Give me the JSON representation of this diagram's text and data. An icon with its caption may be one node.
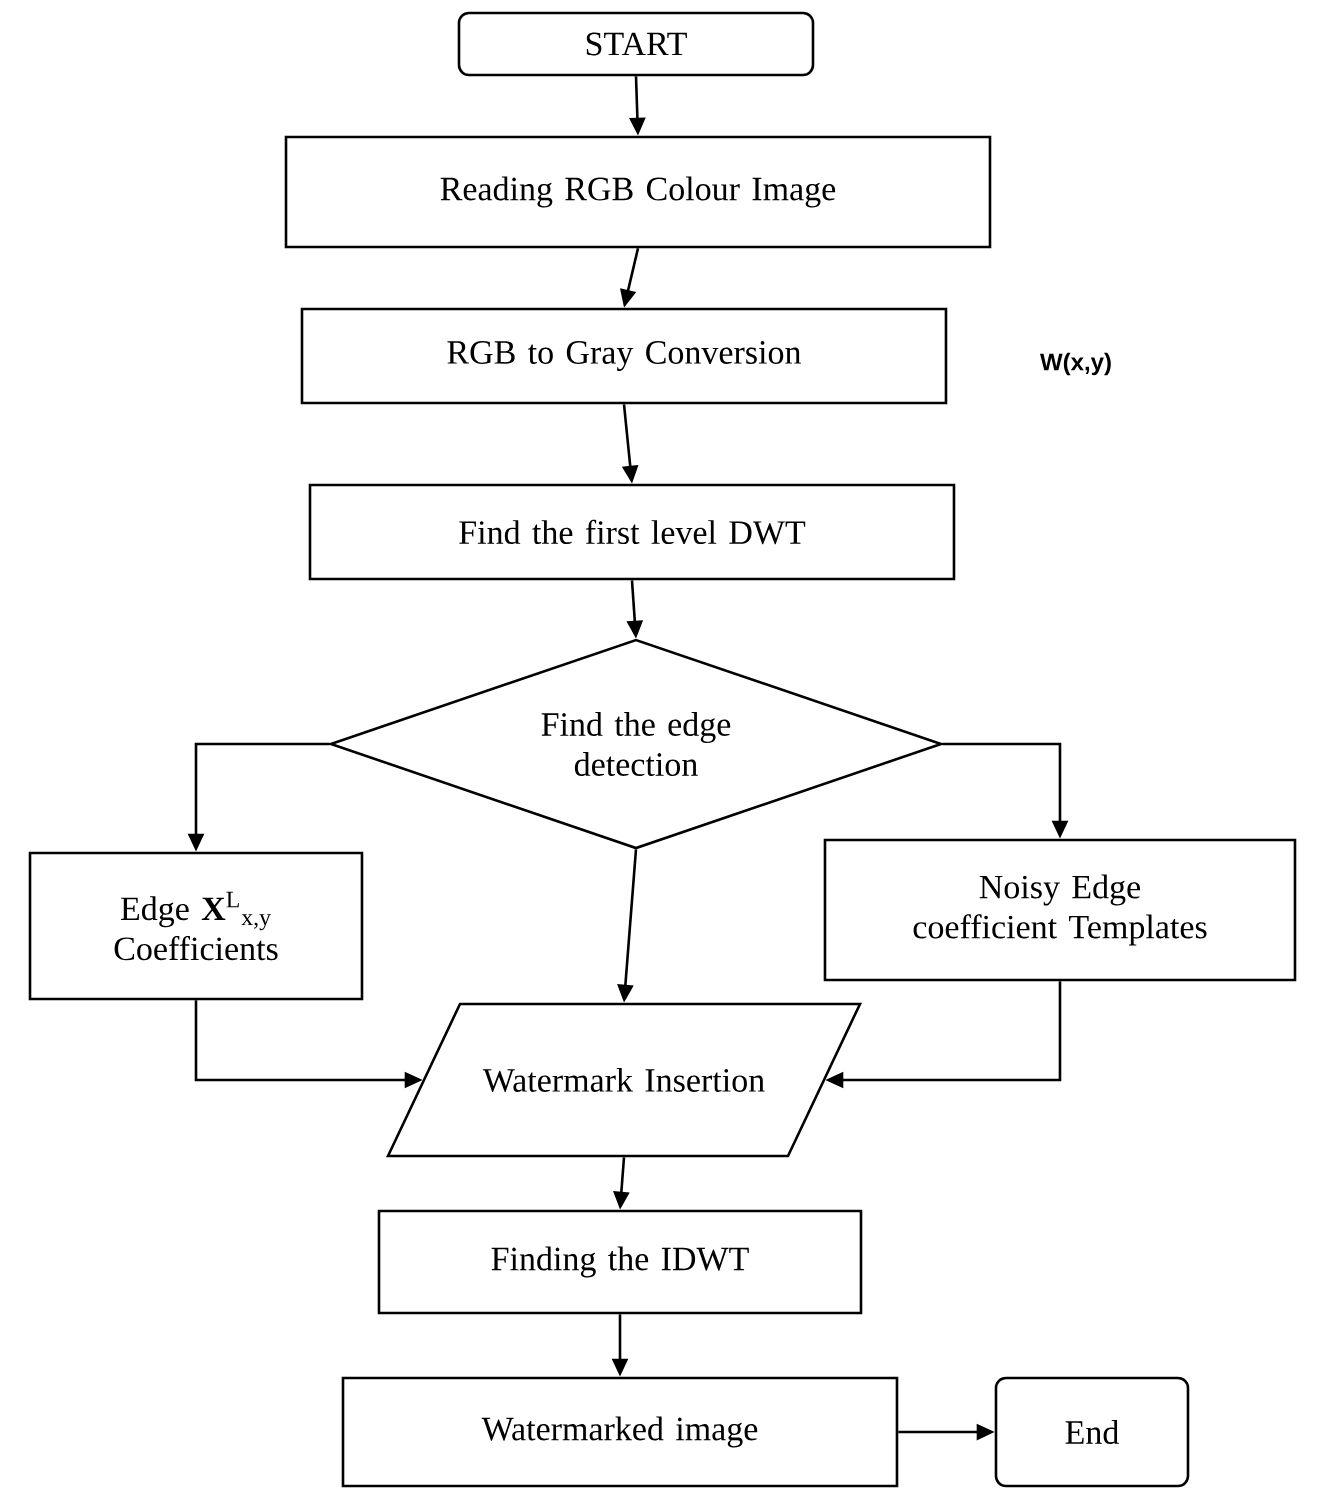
{
  "diagram": {
    "nodes": [
      {
        "text": [
          "START"
        ]
      },
      {
        "text": [
          "Reading RGB Colour Image"
        ]
      },
      {
        "text": [
          "RGB to Gray Conversion"
        ]
      },
      {
        "text": [
          "Find the first level DWT"
        ]
      },
      {
        "text": [
          "Find the edge detection"
        ]
      },
      {
        "text": [
          "Edge **X**$^{L}$$_{x,y}$ Coefficients"
        ]
      },
      {
        "text": [
          "Noisy Edge coefficient Templates"
        ]
      },
      {
        "text": [
          "Watermark Insertion"
        ]
      },
      {
        "text": [
          "Finding the IDWT"
        ]
      },
      {
        "text": [
          "Watermarked image"
        ]
      },
      {
        "text": [
          "End"
        ]
      }
    ],
    "edges": [
      {
        "from": 0,
        "to": 1,
        "arrow": "to"
      },
      {
        "from": 1,
        "to": 2,
        "arrow": "to"
      },
      {
        "from": 2,
        "to": 3,
        "arrow": "to"
      },
      {
        "from": 3,
        "to": 4,
        "arrow": "to"
      },
      {
        "from": 4,
        "to": 5,
        "arrow": "to"
      },
      {
        "from": 4,
        "to": 6,
        "arrow": "to"
      },
      {
        "from": 4,
        "to": 7,
        "arrow": "to"
      },
      {
        "from": 5,
        "to": 7,
        "arrow": "to"
      },
      {
        "from": 6,
        "to": 7,
        "arrow": "to"
      },
      {
        "from": 7,
        "to": 8,
        "arrow": "to"
      },
      {
        "from": 8,
        "to": 9,
        "arrow": "to"
      },
      {
        "from": 9,
        "to": 10,
        "arrow": "to"
      }
    ],
    "labels": [
      "W(x,y)"
    ]
  }
}
